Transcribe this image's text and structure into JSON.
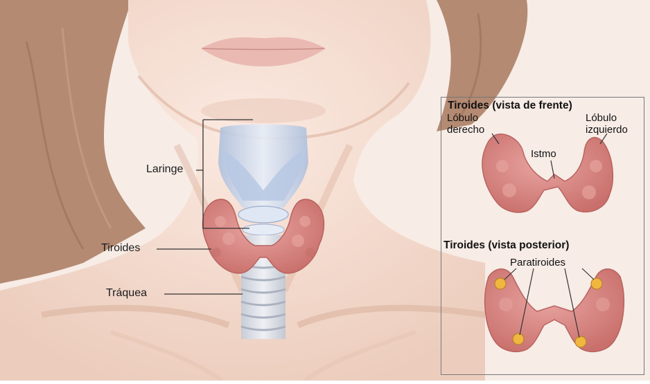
{
  "main_labels": {
    "larynx": "Laringe",
    "thyroid": "Tiroides",
    "trachea": "Tráquea"
  },
  "inset": {
    "front_title": "Tiroides (vista de frente)",
    "right_lobe_line1": "Lóbulo",
    "right_lobe_line2": "derecho",
    "left_lobe_line1": "Lóbulo",
    "left_lobe_line2": "izquierdo",
    "isthmus": "Istmo",
    "back_title": "Tiroides (vista posterior)",
    "parathyroids": "Paratiroides"
  },
  "colors": {
    "skin": "#f3dccf",
    "hair": "#b88e74",
    "thyroid": "#d98a86",
    "parathyroid": "#f0b640",
    "larynx": "#c9d7ea",
    "trachea": "#dfe3ea"
  }
}
